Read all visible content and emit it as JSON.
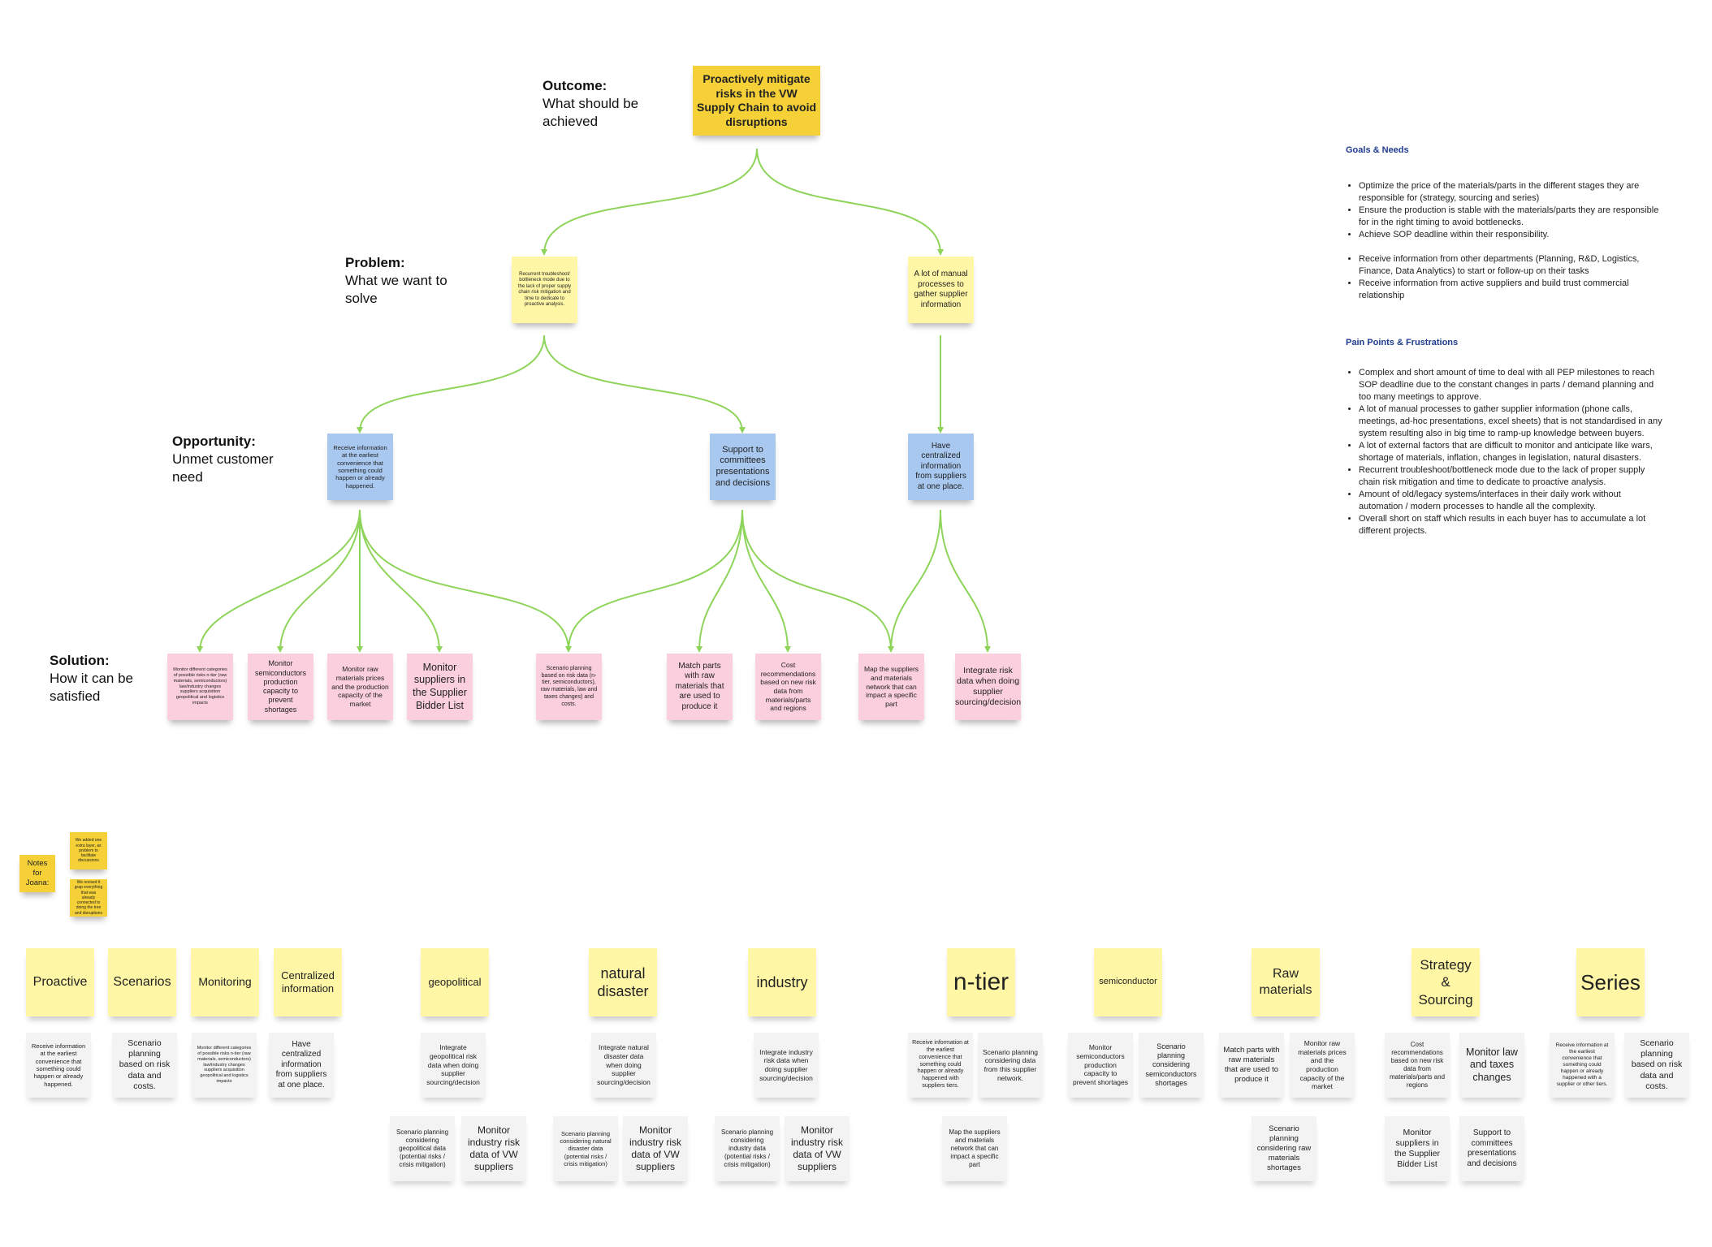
{
  "row_labels": {
    "outcome": {
      "title": "Outcome:",
      "desc": "What should be achieved"
    },
    "problem": {
      "title": "Problem:",
      "desc": "What we want to solve"
    },
    "opportunity": {
      "title": "Opportunity:",
      "desc": "Unmet customer need"
    },
    "solution": {
      "title": "Solution:",
      "desc": "How it can be satisfied"
    }
  },
  "outcome": "Proactively mitigate risks in the VW Supply Chain to avoid disruptions",
  "problems": [
    "Recurrent troubleshoot/ bottleneck mode due to the lack of proper supply chain risk mitigation and time to dedicate to proactive analysis.",
    "A lot of manual processes to gather supplier information"
  ],
  "opportunities": [
    "Receive information at the earliest convenience that something could happen or already happened.",
    "Support to committees presentations and decisions",
    "Have centralized information from suppliers at one place."
  ],
  "solutions": [
    "Monitor different categories of possible risks n-tier (raw materials, semiconductors) law/industry changes suppliers acquisition geopolitical and logistics impacts",
    "Monitor semiconductors production capacity to prevent shortages",
    "Monitor raw materials prices and the production capacity of the market",
    "Monitor suppliers in the Supplier Bidder List",
    "Scenario planning based on risk data (n-tier, semiconductors), raw materials, law and taxes changes) and costs.",
    "Match parts with raw materials that are used to produce it",
    "Cost recommendations based on new risk data from materials/parts and regions",
    "Map the suppliers and materials network that can impact a specific part",
    "Integrate risk data when doing supplier sourcing/decision"
  ],
  "goals": {
    "title": "Goals & Needs",
    "items": [
      "Optimize the price of the materials/parts in the different stages they are responsible for (strategy, sourcing and series)",
      "Ensure the production is stable with the materials/parts they are responsible for in the right timing to avoid bottlenecks.",
      "Achieve SOP deadline within their responsibility.",
      "Receive information from other departments (Planning, R&D, Logistics, Finance, Data Analytics) to start or follow-up on their tasks",
      "Receive information from active suppliers and build trust commercial relationship"
    ]
  },
  "pains": {
    "title": "Pain Points & Frustrations",
    "items": [
      "Complex and short amount of time to deal with all PEP milestones to reach SOP deadline due to the constant changes in parts / demand planning and too many meetings to approve.",
      "A lot of manual processes to gather supplier information (phone calls, meetings, ad-hoc presentations, excel sheets) that is not standardised in any system resulting also in big time to ramp-up knowledge between buyers.",
      "A lot of external factors that are difficult to monitor and anticipate like wars, shortage of materials, inflation, changes in legislation, natural disasters.",
      "Recurrent troubleshoot/bottleneck mode due to the lack of proper supply chain risk mitigation and time to dedicate to proactive analysis.",
      "Amount of old/legacy systems/interfaces in their daily work without automation / modern processes to handle all the complexity.",
      "Overall short on staff which results in each buyer has to accumulate a lot different projects."
    ]
  },
  "notes_joana": {
    "label": "Notes for Joana:",
    "note1": "We added one extra layer, as problem to facilitate discussions",
    "note2": "We revised it grap everything that was already connected to doing the tree and disruptions"
  },
  "categories": [
    "Proactive",
    "Scenarios",
    "Monitoring",
    "Centralized information",
    "geopolitical",
    "natural disaster",
    "industry",
    "n-tier",
    "semiconductor",
    "Raw materials",
    "Strategy & Sourcing",
    "Series"
  ],
  "grey_notes": {
    "proactive": "Receive information at the earliest convenience that something could happen or already happened.",
    "scenarios": "Scenario planning based on risk data and costs.",
    "monitoring": "Monitor different categories of possible risks n-tier (raw materials, semiconductors) law/industry changes suppliers acquisition geopolitical and logistics impacts",
    "centralized": "Have centralized information from suppliers at one place.",
    "geo1": "Integrate geopolitical risk data when doing supplier sourcing/decision",
    "geo2": "Scenario planning considering geopolitical data (potential risks / crisis mitigation)",
    "geo3": "Monitor industry risk data of VW suppliers",
    "nat1": "Integrate natural disaster data when doing supplier sourcing/decision",
    "nat2": "Scenario planning considering natural disaster data (potential risks / crisis mitigation)",
    "nat3": "Monitor industry risk data of VW suppliers",
    "ind1": "Integrate industry risk data when doing supplier sourcing/decision",
    "ind2": "Scenario planning considering industry data (potential risks / crisis mitigation)",
    "ind3": "Monitor industry risk data of VW suppliers",
    "ntier1": "Receive information at the earliest convenience that something could happen or already happened with suppliers tiers.",
    "ntier2": "Scenario planning considering data from this supplier network.",
    "ntier3": "Map the suppliers and materials network that can impact a specific part",
    "semi1": "Monitor semiconductors production capacity to prevent shortages",
    "semi2": "Scenario planning considering semiconductors shortages",
    "raw1": "Match parts with raw materials that are used to produce it",
    "raw2": "Monitor raw materials prices and the production capacity of the market",
    "raw3": "Scenario planning considering raw materials shortages",
    "strat1": "Cost recommendations based on new risk data from materials/parts and regions",
    "strat2": "Monitor law and taxes changes",
    "strat3": "Monitor suppliers in the Supplier Bidder List",
    "strat4": "Support to committees presentations and decisions",
    "series1": "Receive information at the earliest convenience that something could happen or already happened with a supplier or other tiers.",
    "series2": "Scenario planning based on risk data and costs."
  },
  "colors": {
    "connector": "#8ed45a",
    "outcome": "#f5d137",
    "problem": "#fff7a6",
    "opportunity": "#a8c8f0",
    "solution": "#fbcfdd",
    "category": "#fff7a6",
    "grey_note": "#f3f3f3",
    "panel_heading": "#1f3b8f"
  }
}
